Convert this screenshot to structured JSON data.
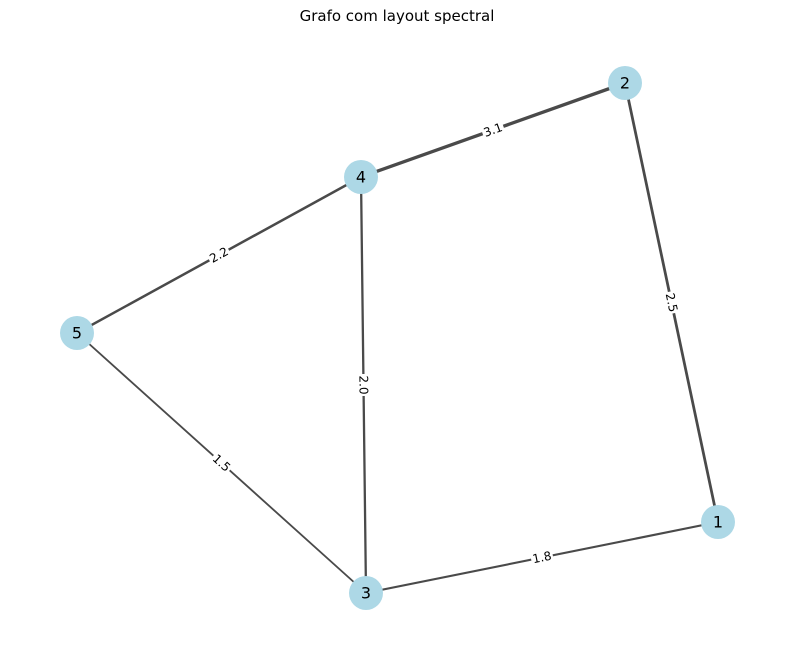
{
  "title": "Grafo com layout spectral",
  "graph": {
    "node_color": "#add8e6",
    "edge_color": "#4a4a4a",
    "nodes": [
      {
        "id": "1",
        "label": "1"
      },
      {
        "id": "2",
        "label": "2"
      },
      {
        "id": "3",
        "label": "3"
      },
      {
        "id": "4",
        "label": "4"
      },
      {
        "id": "5",
        "label": "5"
      }
    ],
    "edges": [
      {
        "source": "4",
        "target": "2",
        "weight": 3.1,
        "label": "3.1"
      },
      {
        "source": "2",
        "target": "1",
        "weight": 2.5,
        "label": "2.5"
      },
      {
        "source": "4",
        "target": "5",
        "weight": 2.2,
        "label": "2.2"
      },
      {
        "source": "4",
        "target": "3",
        "weight": 2.0,
        "label": "2.0"
      },
      {
        "source": "3",
        "target": "1",
        "weight": 1.8,
        "label": "1.8"
      },
      {
        "source": "5",
        "target": "3",
        "weight": 1.5,
        "label": "1.5"
      }
    ]
  }
}
